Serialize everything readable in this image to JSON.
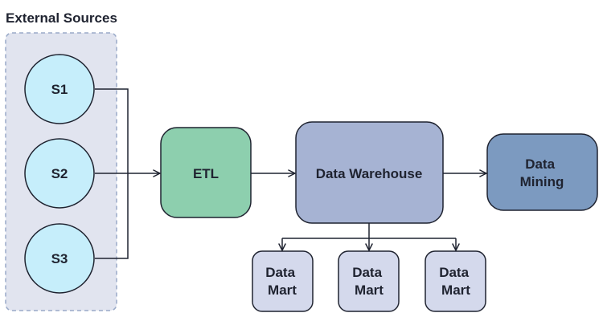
{
  "diagram": {
    "group": {
      "title": "External Sources"
    },
    "sources": [
      {
        "label": "S1"
      },
      {
        "label": "S2"
      },
      {
        "label": "S3"
      }
    ],
    "etl": {
      "label": "ETL"
    },
    "warehouse": {
      "label": "Data Warehouse"
    },
    "mining": {
      "lines": [
        "Data",
        "Mining"
      ]
    },
    "marts": [
      {
        "lines": [
          "Data",
          "Mart"
        ]
      },
      {
        "lines": [
          "Data",
          "Mart"
        ]
      },
      {
        "lines": [
          "Data",
          "Mart"
        ]
      }
    ],
    "colors": {
      "group_fill": "#e1e4ef",
      "group_stroke": "#9aaac8",
      "source_fill": "#c6eefb",
      "source_stroke": "#1f2330",
      "etl_fill": "#8dcfae",
      "warehouse_fill": "#a6b3d3",
      "mining_fill": "#7c9ac0",
      "mart_fill": "#d4d9ec",
      "line": "#1f2330"
    }
  }
}
